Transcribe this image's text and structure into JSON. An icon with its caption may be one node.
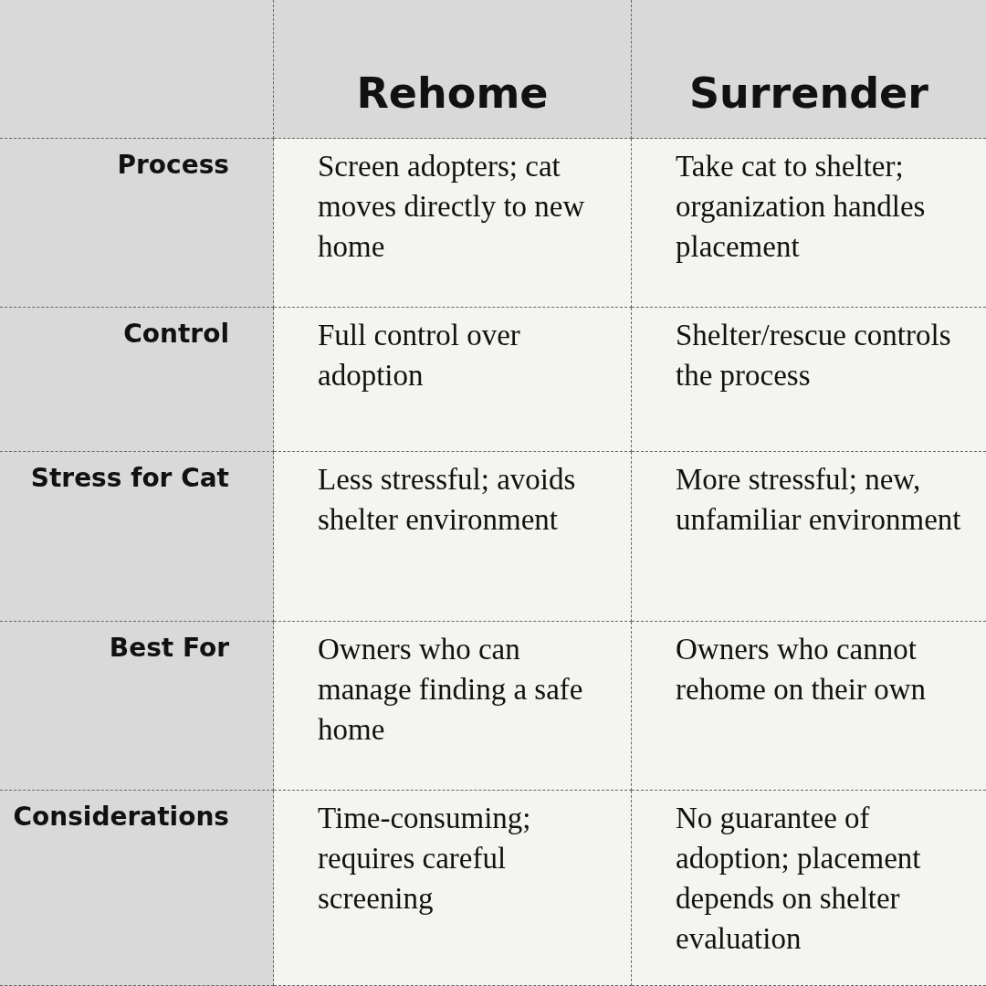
{
  "diagram": {
    "labels": [
      "Rehome",
      "Surrender",
      "Process",
      "Screen adopters; cat moves directly to new home",
      "Take cat to shelter; organization handles placement",
      "Control",
      "Full control over adoption",
      "Shelter/rescue controls the process",
      "Stress for Cat",
      "Less stressful; avoids shelter environment",
      "More stressful; new, unfamiliar environment",
      "Best For",
      "Owners who can manage finding a safe home",
      "Owners who cannot rehome on their own",
      "Considerations",
      "Time-consuming; requires careful screening",
      "No guarantee of adoption; placement depends on shelter evaluation"
    ]
  }
}
